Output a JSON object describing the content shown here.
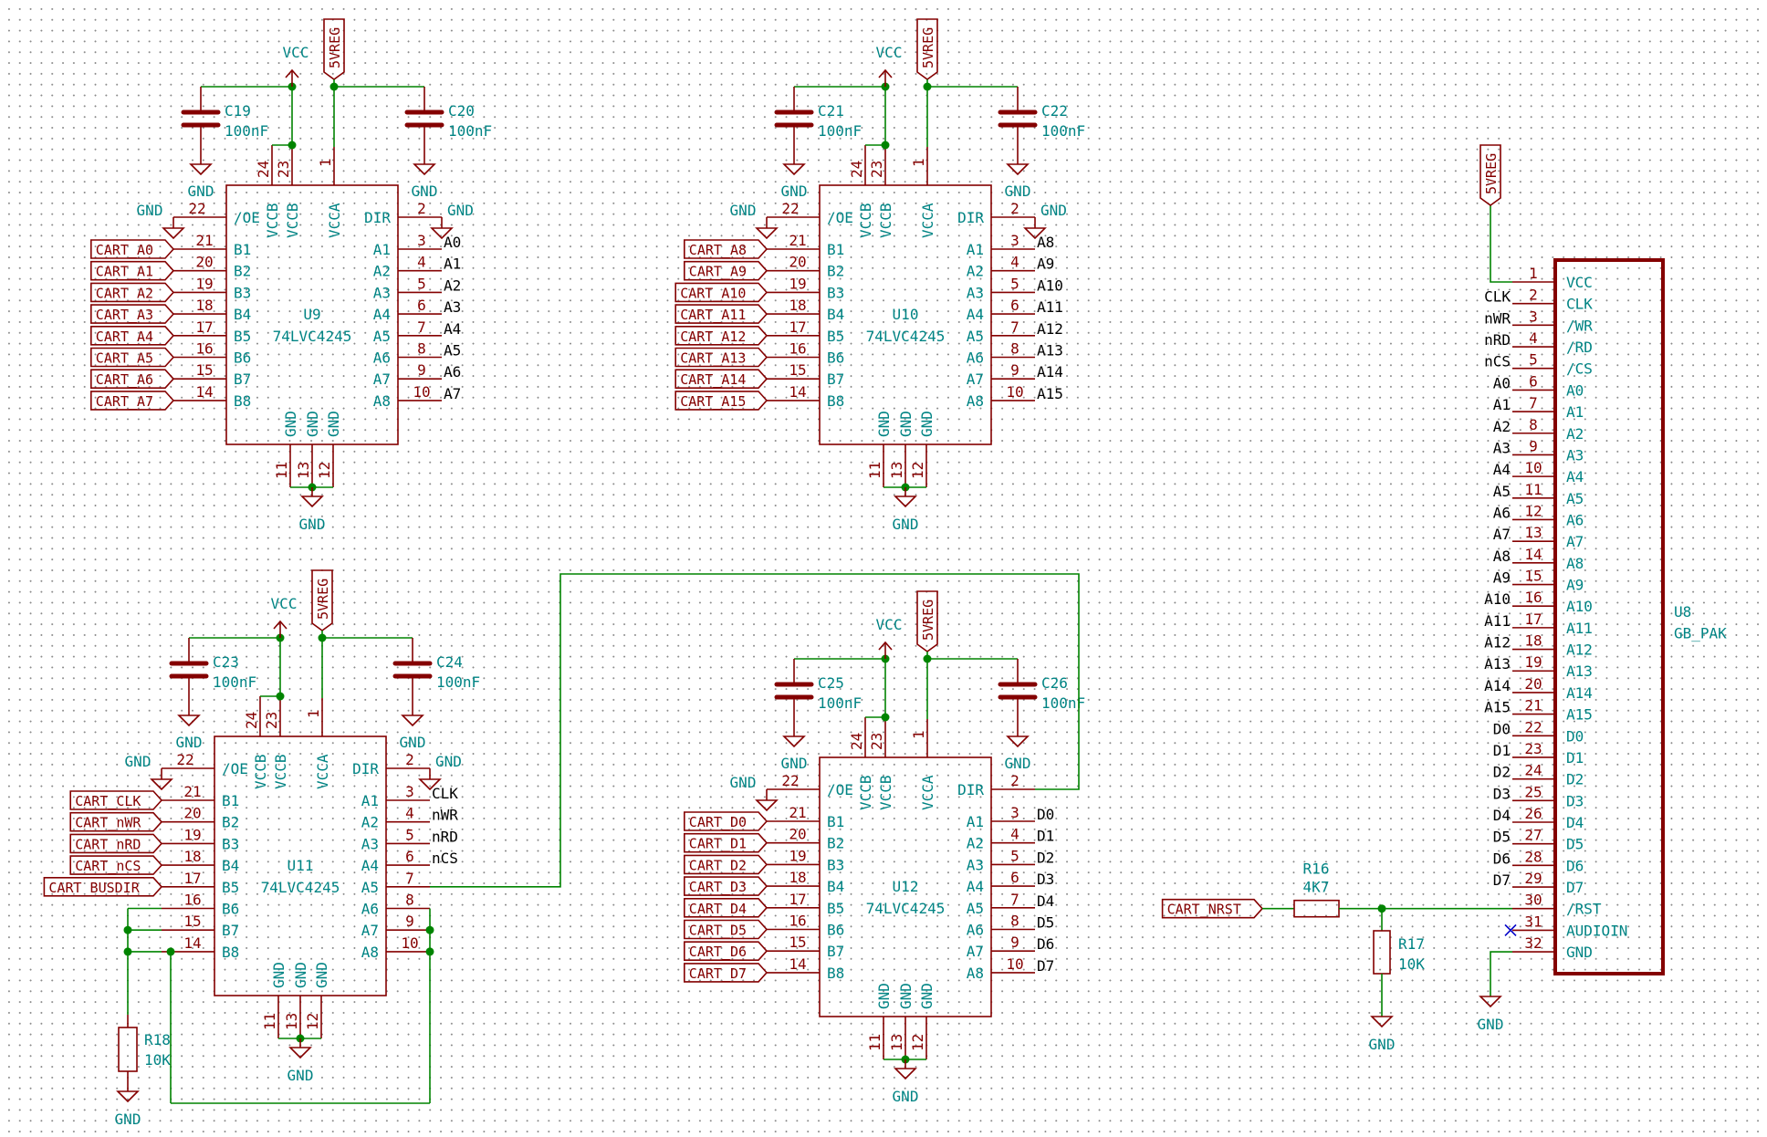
{
  "colors": {
    "wire": "#008400",
    "component": "#840000",
    "text": "#008484",
    "net": "#000000",
    "noconnect": "#0000c8"
  },
  "power": {
    "vcc": "VCC",
    "gnd": "GND",
    "reg": "5VREG"
  },
  "translators": [
    {
      "ref": "U9",
      "value": "74LVC4245",
      "caps": [
        {
          "ref": "C19",
          "value": "100nF"
        },
        {
          "ref": "C20",
          "value": "100nF"
        }
      ],
      "b_labels": [
        "CART_A0",
        "CART_A1",
        "CART_A2",
        "CART_A3",
        "CART_A4",
        "CART_A5",
        "CART_A6",
        "CART_A7"
      ],
      "a_nets": [
        "A0",
        "A1",
        "A2",
        "A3",
        "A4",
        "A5",
        "A6",
        "A7"
      ],
      "dir": "GND"
    },
    {
      "ref": "U10",
      "value": "74LVC4245",
      "caps": [
        {
          "ref": "C21",
          "value": "100nF"
        },
        {
          "ref": "C22",
          "value": "100nF"
        }
      ],
      "b_labels": [
        "CART_A8",
        "CART_A9",
        "CART_A10",
        "CART_A11",
        "CART_A12",
        "CART_A13",
        "CART_A14",
        "CART_A15"
      ],
      "a_nets": [
        "A8",
        "A9",
        "A10",
        "A11",
        "A12",
        "A13",
        "A14",
        "A15"
      ],
      "dir": "GND"
    },
    {
      "ref": "U11",
      "value": "74LVC4245",
      "caps": [
        {
          "ref": "C23",
          "value": "100nF"
        },
        {
          "ref": "C24",
          "value": "100nF"
        }
      ],
      "b_labels": [
        "CART_CLK",
        "CART_nWR",
        "CART_nRD",
        "CART_nCS",
        "CART_BUSDIR",
        "",
        "",
        ""
      ],
      "a_nets": [
        "CLK",
        "nWR",
        "nRD",
        "nCS",
        "",
        "",
        "",
        ""
      ],
      "dir": "GND"
    },
    {
      "ref": "U12",
      "value": "74LVC4245",
      "caps": [
        {
          "ref": "C25",
          "value": "100nF"
        },
        {
          "ref": "C26",
          "value": "100nF"
        }
      ],
      "b_labels": [
        "CART_D0",
        "CART_D1",
        "CART_D2",
        "CART_D3",
        "CART_D4",
        "CART_D5",
        "CART_D6",
        "CART_D7"
      ],
      "a_nets": [
        "D0",
        "D1",
        "D2",
        "D3",
        "D4",
        "D5",
        "D6",
        "D7"
      ],
      "dir": "wire"
    }
  ],
  "ic_pins": {
    "oe": {
      "num": "22",
      "name": "/OE"
    },
    "dir": {
      "num": "2",
      "name": "DIR"
    },
    "vccb": [
      {
        "num": "24",
        "name": "VCCB"
      },
      {
        "num": "23",
        "name": "VCCB"
      }
    ],
    "vcca": {
      "num": "1",
      "name": "VCCA"
    },
    "b_nums": [
      "21",
      "20",
      "19",
      "18",
      "17",
      "16",
      "15",
      "14"
    ],
    "b_names": [
      "B1",
      "B2",
      "B3",
      "B4",
      "B5",
      "B6",
      "B7",
      "B8"
    ],
    "a_nums": [
      "3",
      "4",
      "5",
      "6",
      "7",
      "8",
      "9",
      "10"
    ],
    "a_names": [
      "A1",
      "A2",
      "A3",
      "A4",
      "A5",
      "A6",
      "A7",
      "A8"
    ],
    "gnd": [
      {
        "num": "11",
        "name": "GND"
      },
      {
        "num": "13",
        "name": "GND"
      },
      {
        "num": "12",
        "name": "GND"
      }
    ]
  },
  "resistors": [
    {
      "ref": "R16",
      "value": "4K7"
    },
    {
      "ref": "R17",
      "value": "10K"
    },
    {
      "ref": "R18",
      "value": "10K"
    }
  ],
  "reset_label": "CART_NRST",
  "connector": {
    "ref": "U8",
    "value": "GB_PAK",
    "pins": [
      {
        "num": "1",
        "name": "VCC",
        "net": ""
      },
      {
        "num": "2",
        "name": "CLK",
        "net": "CLK"
      },
      {
        "num": "3",
        "name": "/WR",
        "net": "nWR"
      },
      {
        "num": "4",
        "name": "/RD",
        "net": "nRD"
      },
      {
        "num": "5",
        "name": "/CS",
        "net": "nCS"
      },
      {
        "num": "6",
        "name": "A0",
        "net": "A0"
      },
      {
        "num": "7",
        "name": "A1",
        "net": "A1"
      },
      {
        "num": "8",
        "name": "A2",
        "net": "A2"
      },
      {
        "num": "9",
        "name": "A3",
        "net": "A3"
      },
      {
        "num": "10",
        "name": "A4",
        "net": "A4"
      },
      {
        "num": "11",
        "name": "A5",
        "net": "A5"
      },
      {
        "num": "12",
        "name": "A6",
        "net": "A6"
      },
      {
        "num": "13",
        "name": "A7",
        "net": "A7"
      },
      {
        "num": "14",
        "name": "A8",
        "net": "A8"
      },
      {
        "num": "15",
        "name": "A9",
        "net": "A9"
      },
      {
        "num": "16",
        "name": "A10",
        "net": "A10"
      },
      {
        "num": "17",
        "name": "A11",
        "net": "A11"
      },
      {
        "num": "18",
        "name": "A12",
        "net": "A12"
      },
      {
        "num": "19",
        "name": "A13",
        "net": "A13"
      },
      {
        "num": "20",
        "name": "A14",
        "net": "A14"
      },
      {
        "num": "21",
        "name": "A15",
        "net": "A15"
      },
      {
        "num": "22",
        "name": "D0",
        "net": "D0"
      },
      {
        "num": "23",
        "name": "D1",
        "net": "D1"
      },
      {
        "num": "24",
        "name": "D2",
        "net": "D2"
      },
      {
        "num": "25",
        "name": "D3",
        "net": "D3"
      },
      {
        "num": "26",
        "name": "D4",
        "net": "D4"
      },
      {
        "num": "27",
        "name": "D5",
        "net": "D5"
      },
      {
        "num": "28",
        "name": "D6",
        "net": "D6"
      },
      {
        "num": "29",
        "name": "D7",
        "net": "D7"
      },
      {
        "num": "30",
        "name": "/RST",
        "net": ""
      },
      {
        "num": "31",
        "name": "AUDIOIN",
        "net": ""
      },
      {
        "num": "32",
        "name": "GND",
        "net": ""
      }
    ]
  }
}
